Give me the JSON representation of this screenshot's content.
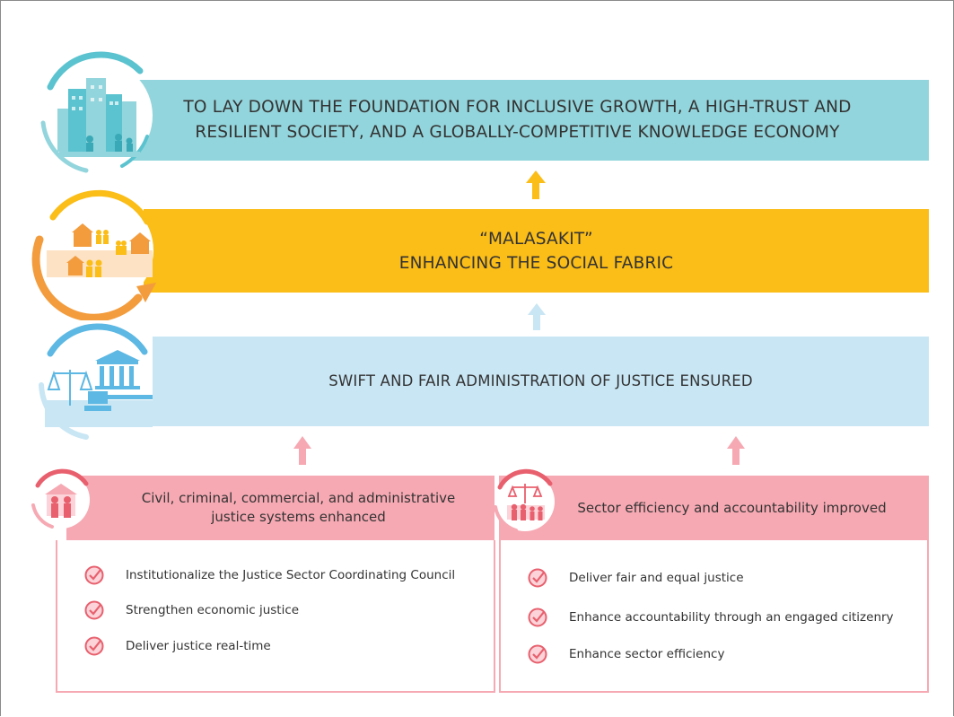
{
  "goal": {
    "line1": "TO LAY DOWN THE FOUNDATION FOR INCLUSIVE GROWTH, A HIGH-TRUST AND",
    "line2": "RESILIENT SOCIETY, AND A GLOBALLY-COMPETITIVE KNOWLEDGE ECONOMY"
  },
  "pillar": {
    "line1": "“MALASAKIT”",
    "line2": "ENHANCING THE SOCIAL FABRIC"
  },
  "outcome": {
    "text": "SWIFT AND FAIR ADMINISTRATION OF JUSTICE ENSURED"
  },
  "sub_outcomes": [
    {
      "title_line1": "Civil, criminal, commercial, and administrative",
      "title_line2": "justice systems enhanced",
      "strategies": [
        "Institutionalize the Justice Sector Coordinating Council",
        "Strengthen economic justice",
        "Deliver justice real-time"
      ]
    },
    {
      "title_line1": "Sector efficiency and accountability improved",
      "title_line2": "",
      "strategies": [
        "Deliver fair and equal justice",
        "Enhance accountability through an engaged citizenry",
        "Enhance sector efficiency"
      ]
    }
  ],
  "colors": {
    "teal": "#93d5dc",
    "yellow": "#fbbd17",
    "light_blue": "#c9e6f4",
    "pink": "#f6a9b3",
    "check_red": "#e8606e",
    "arrow_yellow": "#fbbd17",
    "arrow_blue": "#c9e6f4",
    "arrow_pink": "#f6a9b3"
  },
  "icons": [
    "city-icon",
    "community-icon",
    "justice-scale-icon",
    "family-house-icon",
    "scale-people-icon",
    "check-circle-icon",
    "up-arrow-icon"
  ]
}
